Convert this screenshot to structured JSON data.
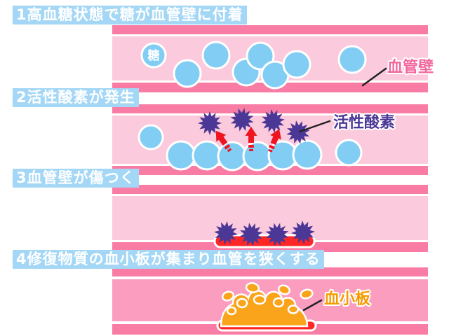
{
  "palette": {
    "title-bg": "#a4d7f5",
    "title-text": "#ffffff",
    "wall-pink": "#f87ca4",
    "lumen-pink": "#fbcadd",
    "lumen-dark-pink": "#fa9dbf",
    "sugar-blue": "#82cdf4",
    "ros-purple": "#4b3896",
    "arrow-red": "#ee1520",
    "damage-red": "#ff2626",
    "platelet-orange": "#f9a41b",
    "label-pink": "#f2679d",
    "label-orange": "#f59b00",
    "pointer-black": "#222222"
  },
  "panels": [
    {
      "title": "1高血糖状態で糖が血管壁に付着",
      "annotation": "血管壁"
    },
    {
      "title": "2活性酸素が発生",
      "annotation": "活性酸素"
    },
    {
      "title": "3血管壁が傷つく"
    },
    {
      "title": "4修復物質の血小板が集まり血管を狭くする",
      "annotation": "血小板"
    }
  ],
  "labels": {
    "sugar": "糖"
  }
}
